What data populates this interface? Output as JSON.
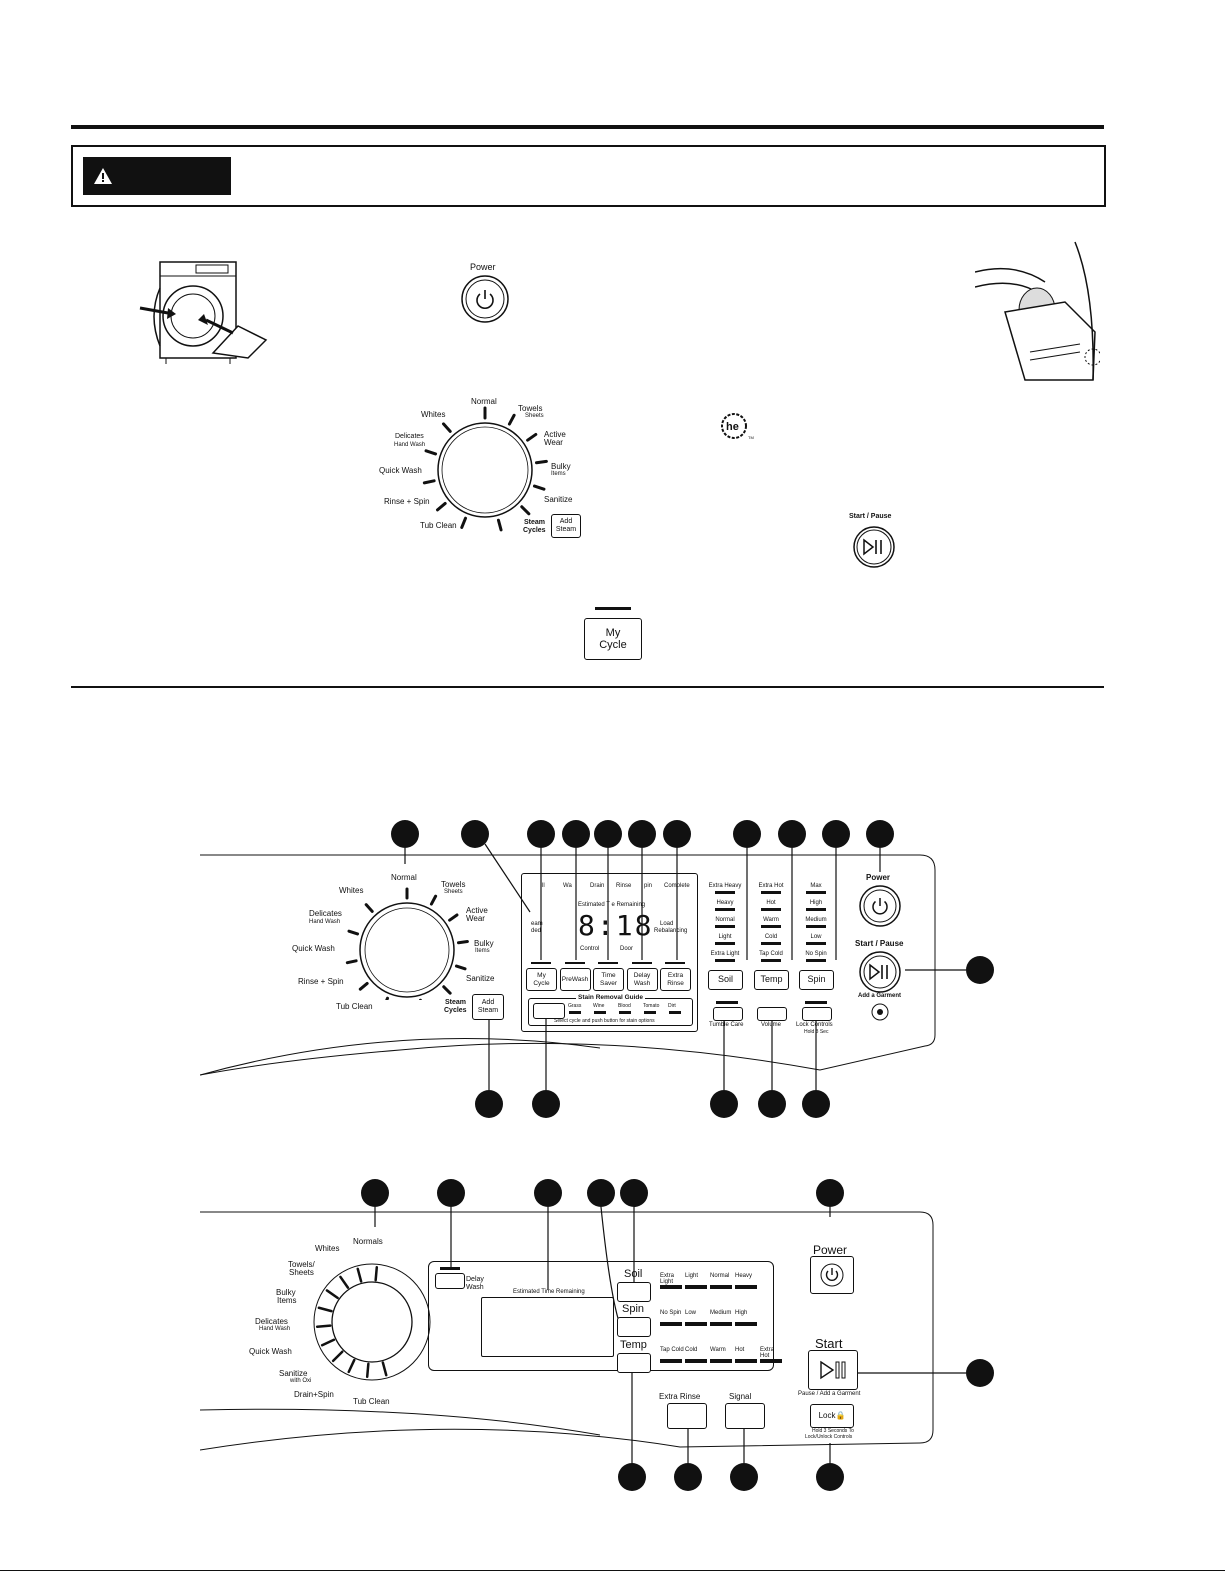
{
  "step1": {
    "power_label": "Power"
  },
  "dial_top": {
    "labels": [
      "Whites",
      "Normal",
      "Towels",
      "Sheets",
      "Active",
      "Wear",
      "Delicates",
      "Hand Wash",
      "Quick Wash",
      "Bulky",
      "Items",
      "Rinse + Spin",
      "Sanitize",
      "Tub Clean",
      "Steam",
      "Cycles",
      "Add",
      "Steam"
    ]
  },
  "start_pause_label": "Start / Pause",
  "my_cycle": {
    "line1": "My",
    "line2": "Cycle"
  },
  "panel1": {
    "dial": {
      "normal": "Normal",
      "whites": "Whites",
      "towels": "Towels",
      "sheets": "Sheets",
      "active": "Active",
      "wear": "Wear",
      "delicates": "Delicates",
      "hand_wash": "Hand Wash",
      "quick_wash": "Quick Wash",
      "bulky": "Bulky",
      "items": "Items",
      "rinse_spin": "Rinse + Spin",
      "sanitize": "Sanitize",
      "tub_clean": "Tub Clean",
      "steam": "Steam",
      "cycles": "Cycles",
      "add_steam_1": "Add",
      "add_steam_2": "Steam"
    },
    "display": {
      "status_row": [
        "ll",
        "Wa",
        "Drain",
        "Rinse",
        "pin",
        "Complete"
      ],
      "time_label": "Estimated T   e Remaining",
      "time_value": "8:18",
      "left_small_1": "eam",
      "left_small_2": "ded",
      "load_1": "Load",
      "load_2": "Rebalancing",
      "control_lock": "Control",
      "door_lock": "Door"
    },
    "buttons": [
      {
        "l1": "My",
        "l2": "Cycle"
      },
      {
        "l1": "PreWash",
        "l2": ""
      },
      {
        "l1": "Time",
        "l2": "Saver"
      },
      {
        "l1": "Delay",
        "l2": "Wash"
      },
      {
        "l1": "Extra",
        "l2": "Rinse"
      }
    ],
    "stain": {
      "title": "Stain Removal Guide",
      "items": [
        "Grass",
        "Wine",
        "Blood",
        "Tomato",
        "Dirt"
      ],
      "footer": "Select cycle and push button for stain options"
    },
    "soil": {
      "levels": [
        "Extra Heavy",
        "Heavy",
        "Normal",
        "Light",
        "Extra Light"
      ],
      "button": "Soil"
    },
    "temp": {
      "levels": [
        "Extra Hot",
        "Hot",
        "Warm",
        "Cold",
        "Tap Cold"
      ],
      "button": "Temp"
    },
    "spin": {
      "levels": [
        "Max",
        "High",
        "Medium",
        "Low",
        "No Spin"
      ],
      "button": "Spin"
    },
    "tumble_care": "Tumble Care",
    "volume": "Volume",
    "lock_controls": "Lock Controls",
    "hold3": "Hold 3 Sec",
    "power": "Power",
    "start_pause": "Start / Pause",
    "add_garment": "Add a Garment"
  },
  "panel2": {
    "dial": {
      "whites": "Whites",
      "normals": "Normals",
      "towels": "Towels/",
      "sheets": "Sheets",
      "bulky": "Bulky",
      "items": "Items",
      "delicates": "Delicates",
      "hand_wash": "Hand Wash",
      "quick_wash": "Quick Wash",
      "sanitize": "Sanitize",
      "with_oxi": "with Oxi",
      "drain_spin": "Drain+Spin",
      "tub_clean": "Tub Clean"
    },
    "delay_1": "Delay",
    "delay_2": "Wash",
    "time_label": "Estimated Time Remaining",
    "soil": "Soil",
    "soil_levels": [
      "Extra Light",
      "Light",
      "Normal",
      "Heavy"
    ],
    "spin": "Spin",
    "spin_levels": [
      "No Spin",
      "Low",
      "Medium",
      "High"
    ],
    "temp": "Temp",
    "temp_levels": [
      "Tap Cold",
      "Cold",
      "Warm",
      "Hot",
      "Extra Hot"
    ],
    "extra_rinse": "Extra Rinse",
    "signal": "Signal",
    "power": "Power",
    "start": "Start",
    "pause_add": "Pause / Add a Garment",
    "lock": "Lock",
    "hold_1": "Hold 3 Seconds To",
    "hold_2": "Lock/Unlock Controls"
  }
}
